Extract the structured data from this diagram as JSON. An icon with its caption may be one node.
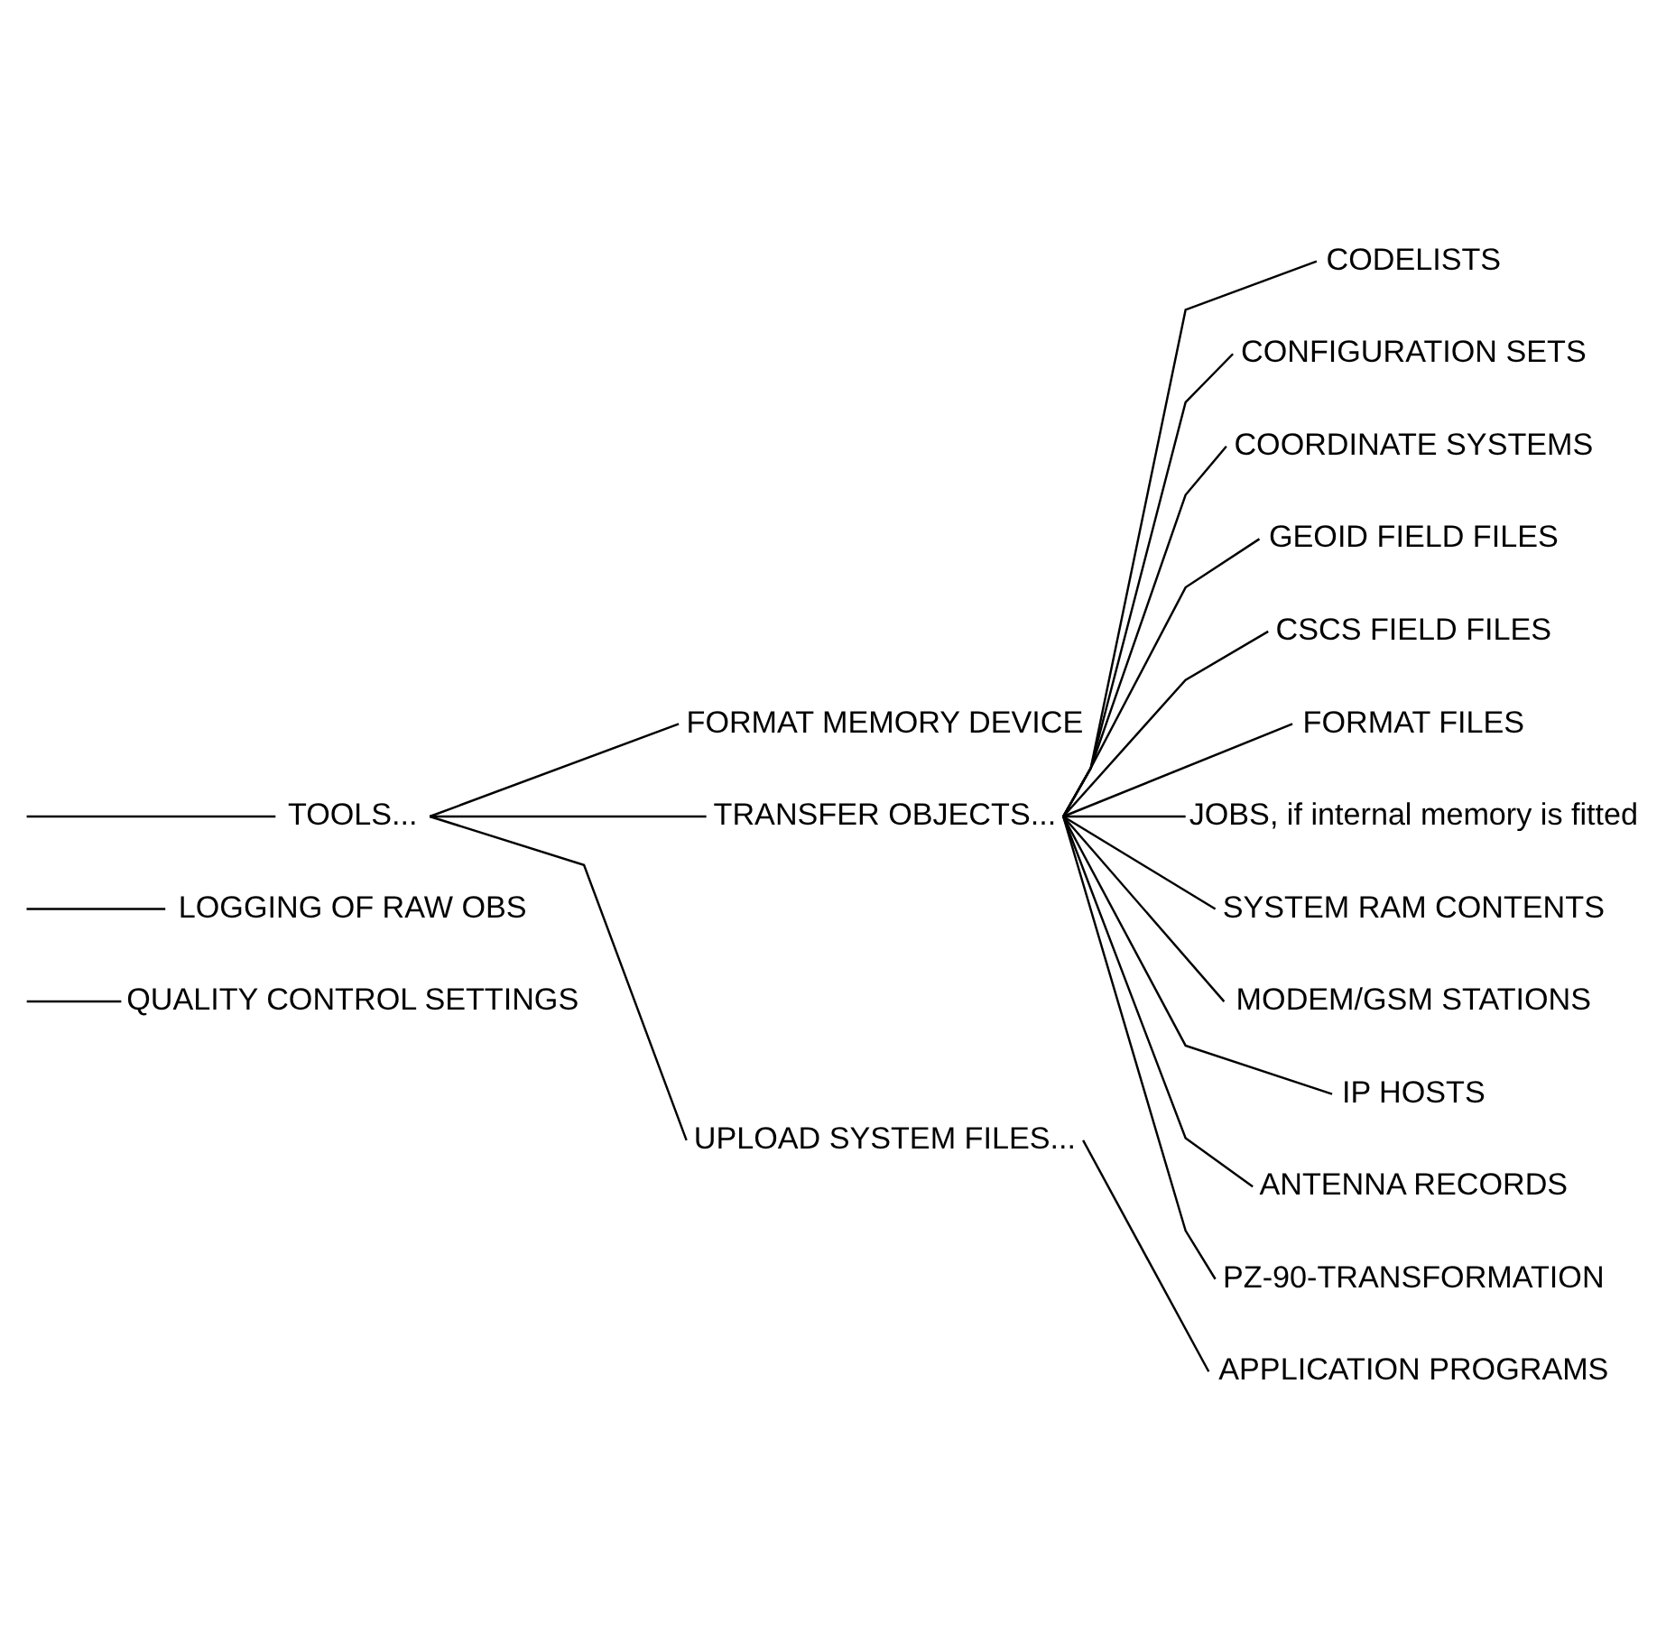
{
  "diagram": {
    "nodes": [
      {
        "text": [
          "QUALITY CONTROL SETTINGS"
        ]
      },
      {
        "text": [
          "LOGGING OF RAW OBS"
        ]
      },
      {
        "text": [
          "TOOLS..."
        ]
      },
      {
        "text": [
          "FORMAT MEMORY DEVICE"
        ]
      },
      {
        "text": [
          "TRANSFER OBJECTS..."
        ]
      },
      {
        "text": [
          "CODELISTS"
        ]
      },
      {
        "text": [
          "CONFIGURATION SETS"
        ]
      },
      {
        "text": [
          "COORDINATE SYSTEMS"
        ]
      },
      {
        "text": [
          "GEOID FIELD FILES"
        ]
      },
      {
        "text": [
          "CSCS FIELD FILES"
        ]
      },
      {
        "text": [
          "FORMAT FILES"
        ]
      },
      {
        "text": [
          "JOBS, if internal memory is fitted"
        ]
      },
      {
        "text": [
          "SYSTEM RAM CONTENTS"
        ]
      },
      {
        "text": [
          "MODEM/GSM STATIONS"
        ]
      },
      {
        "text": [
          "IP HOSTS"
        ]
      },
      {
        "text": [
          "ANTENNA RECORDS"
        ]
      },
      {
        "text": [
          "PZ-90-TRANSFORMATION"
        ]
      },
      {
        "text": [
          "UPLOAD SYSTEM FILES..."
        ]
      },
      {
        "text": [
          "APPLICATION PROGRAMS"
        ]
      }
    ],
    "edges": [
      {
        "from": null,
        "to": 0,
        "arrow": "none"
      },
      {
        "from": null,
        "to": 1,
        "arrow": "none"
      },
      {
        "from": null,
        "to": 2,
        "arrow": "none"
      },
      {
        "from": 2,
        "to": 3,
        "arrow": "none"
      },
      {
        "from": 2,
        "to": 4,
        "arrow": "none"
      },
      {
        "from": 4,
        "to": 5,
        "arrow": "none"
      },
      {
        "from": 4,
        "to": 6,
        "arrow": "none"
      },
      {
        "from": 4,
        "to": 7,
        "arrow": "none"
      },
      {
        "from": 4,
        "to": 8,
        "arrow": "none"
      },
      {
        "from": 4,
        "to": 9,
        "arrow": "none"
      },
      {
        "from": 4,
        "to": 10,
        "arrow": "none"
      },
      {
        "from": 4,
        "to": 11,
        "arrow": "none"
      },
      {
        "from": 4,
        "to": 12,
        "arrow": "none"
      },
      {
        "from": 4,
        "to": 13,
        "arrow": "none"
      },
      {
        "from": 4,
        "to": 14,
        "arrow": "none"
      },
      {
        "from": 4,
        "to": 15,
        "arrow": "none"
      },
      {
        "from": 4,
        "to": 16,
        "arrow": "none"
      },
      {
        "from": 2,
        "to": 17,
        "arrow": "none"
      },
      {
        "from": 17,
        "to": 18,
        "arrow": "none"
      }
    ]
  }
}
